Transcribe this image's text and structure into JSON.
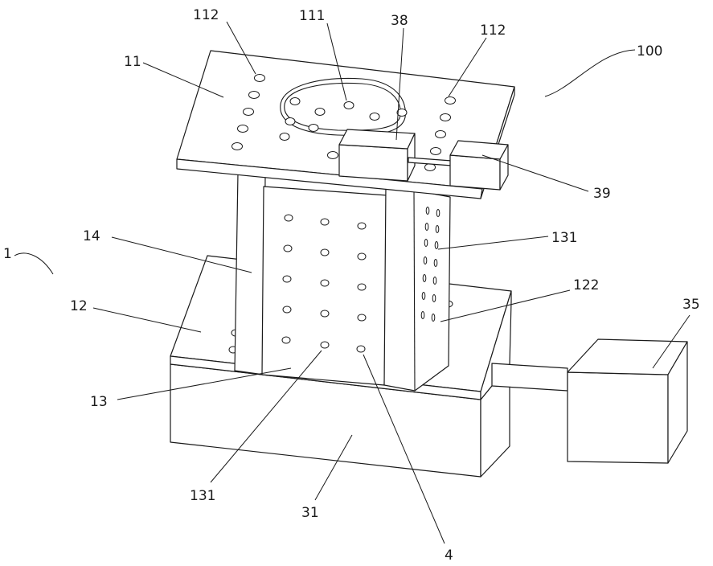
{
  "labels": {
    "l112a": "112",
    "l111": "111",
    "l38": "38",
    "l112b": "112",
    "l100": "100",
    "l11": "11",
    "l39": "39",
    "l14": "14",
    "l131a": "131",
    "l1": "1",
    "l122": "122",
    "l35": "35",
    "l12": "12",
    "l13": "13",
    "l131b": "131",
    "l31": "31",
    "l4": "4"
  },
  "colors": {
    "stroke": "#1a1a1a",
    "fill": "#ffffff"
  }
}
